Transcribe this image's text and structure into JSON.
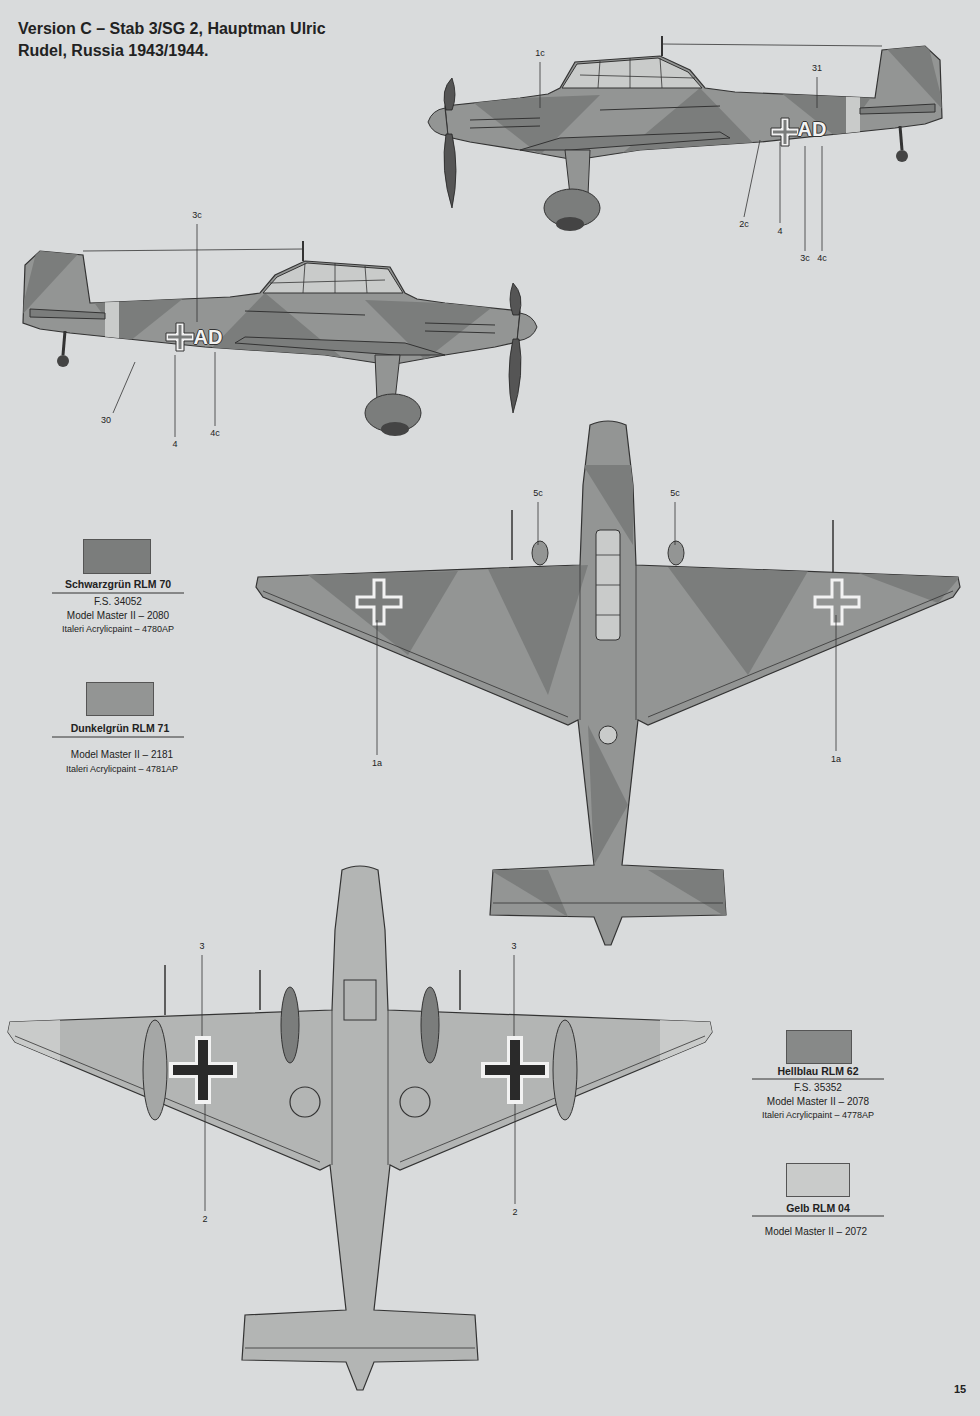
{
  "diagram": {
    "title": "Version C – Stab 3/SG 2, Hauptman Ulric Rudel, Russia 1943/1944.",
    "labels": [
      "1c",
      "31",
      "AD",
      "2c",
      "4",
      "3c",
      "4c",
      "3c",
      "AD",
      "30",
      "4",
      "4c",
      "5c",
      "5c",
      "1a",
      "1a",
      "3",
      "3",
      "2",
      "2",
      "F.S. 34052",
      "Model Master II – 2080",
      "Italeri Acrylicpaint – 4780AP",
      "Model Master II – 2181",
      "Italeri Acrylicpaint – 4781AP",
      "F.S. 35352",
      "Model Master II – 2078",
      "Italeri Acrylicpaint – 4778AP",
      "Model Master II – 2072",
      "15"
    ],
    "legend": [
      {
        "text": "Schwarzgrün RLM 70",
        "color": "#7b7d7c"
      },
      {
        "text": "Dunkelgrün RLM 71",
        "color": "#939594"
      },
      {
        "text": "Hellblau RLM 62",
        "color": "#878988"
      },
      {
        "text": "Gelb RLM 04",
        "color": "#c9cbca"
      }
    ]
  }
}
